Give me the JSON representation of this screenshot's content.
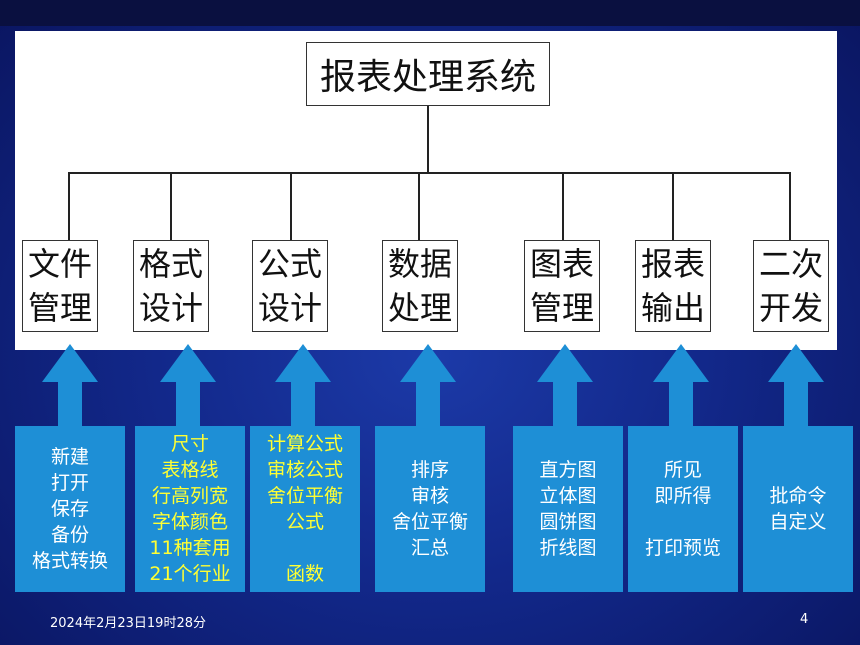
{
  "root": {
    "label": "报表处理系统"
  },
  "modules": [
    {
      "label": "文件\n管理"
    },
    {
      "label": "格式\n设计"
    },
    {
      "label": "公式\n设计"
    },
    {
      "label": "数据\n处理"
    },
    {
      "label": "图表\n管理"
    },
    {
      "label": "报表\n输出"
    },
    {
      "label": "二次\n开发"
    }
  ],
  "details": [
    {
      "text": "新建\n打开\n保存\n备份\n格式转换",
      "color": "white"
    },
    {
      "text": "尺寸\n表格线\n行高列宽\n字体颜色\n11种套用\n21个行业",
      "color": "yellow"
    },
    {
      "text": "计算公式\n审核公式\n舍位平衡\n公式\n\n函数",
      "color": "yellow"
    },
    {
      "text": "排序\n审核\n舍位平衡\n汇总",
      "color": "white"
    },
    {
      "text": "直方图\n立体图\n圆饼图\n折线图",
      "color": "white"
    },
    {
      "text": "所见\n即所得\n\n打印预览",
      "color": "white"
    },
    {
      "text": "批命令\n自定义",
      "color": "white"
    }
  ],
  "footer": {
    "datetime": "2024年2月23日19时28分",
    "page": "4"
  },
  "colors": {
    "background": "#12288a",
    "detail_box": "#1e8fd6",
    "highlight_text": "#ffff33"
  }
}
